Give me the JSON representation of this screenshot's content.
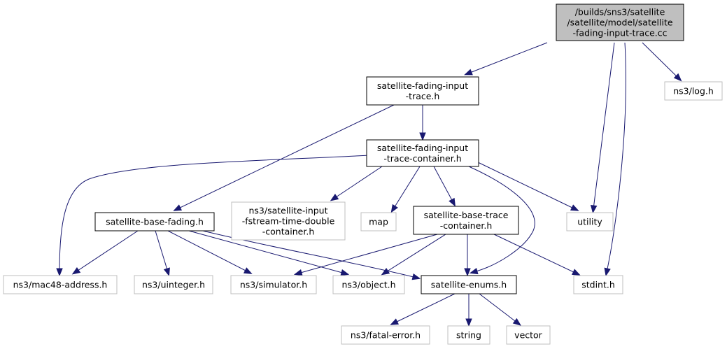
{
  "colors": {
    "edge": "#191970",
    "root_fill": "#bfbfbf",
    "grey_border": "#bfbfbf",
    "black_border": "#000000"
  },
  "nodes": {
    "root": [
      "/builds/sns3/satellite",
      "/satellite/model/satellite",
      "-fading-input-trace.cc"
    ],
    "fading_input_trace_h": [
      "satellite-fading-input",
      "-trace.h"
    ],
    "ns3_log_h": [
      "ns3/log.h"
    ],
    "fading_input_trace_container_h": [
      "satellite-fading-input",
      "-trace-container.h"
    ],
    "base_fading_h": [
      "satellite-base-fading.h"
    ],
    "satellite_input_fstream": [
      "ns3/satellite-input",
      "-fstream-time-double",
      "-container.h"
    ],
    "map": [
      "map"
    ],
    "base_trace_container_h": [
      "satellite-base-trace",
      "-container.h"
    ],
    "utility": [
      "utility"
    ],
    "mac48_address_h": [
      "ns3/mac48-address.h"
    ],
    "uinteger_h": [
      "ns3/uinteger.h"
    ],
    "simulator_h": [
      "ns3/simulator.h"
    ],
    "object_h": [
      "ns3/object.h"
    ],
    "enums_h": [
      "satellite-enums.h"
    ],
    "stdint_h": [
      "stdint.h"
    ],
    "fatal_error_h": [
      "ns3/fatal-error.h"
    ],
    "string": [
      "string"
    ],
    "vector": [
      "vector"
    ]
  }
}
